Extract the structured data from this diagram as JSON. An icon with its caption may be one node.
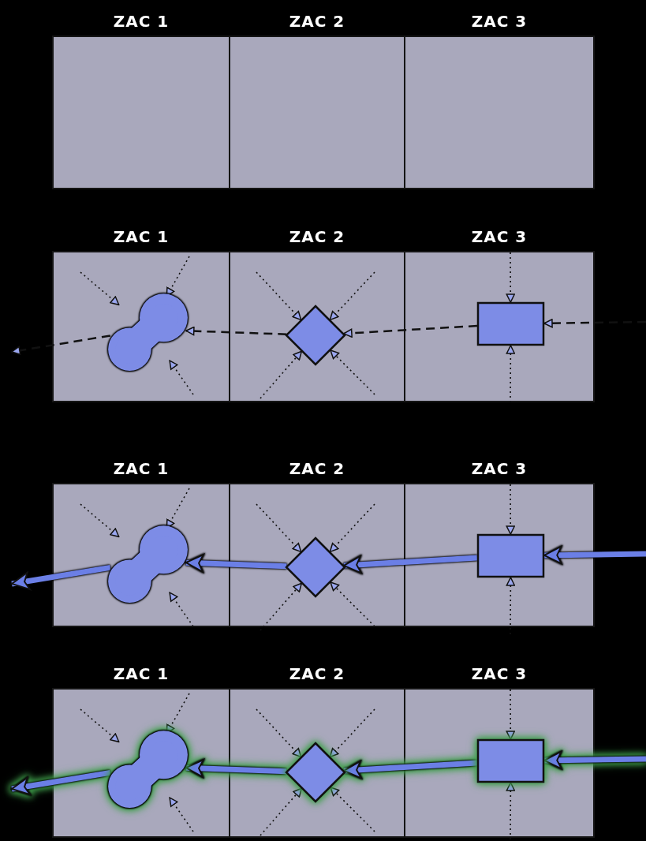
{
  "diagram": {
    "nodes": [
      {
        "text": [
          "ZAC 1"
        ]
      },
      {
        "text": [
          "ZAC 2"
        ]
      },
      {
        "text": [
          "ZAC 3"
        ]
      },
      {
        "text": [
          "ZAC 1"
        ]
      },
      {
        "text": [
          "ZAC 2"
        ]
      },
      {
        "text": [
          "ZAC 3"
        ]
      },
      {
        "text": [],
        "shape": "blob",
        "in": 3
      },
      {
        "text": [],
        "shape": "diamond",
        "in": 4
      },
      {
        "text": [],
        "shape": "box",
        "in": 5
      },
      {
        "text": [
          "ZAC 1"
        ]
      },
      {
        "text": [
          "ZAC 2"
        ]
      },
      {
        "text": [
          "ZAC 3"
        ]
      },
      {
        "text": [],
        "shape": "blob",
        "in": 9
      },
      {
        "text": [],
        "shape": "diamond",
        "in": 10
      },
      {
        "text": [],
        "shape": "box",
        "in": 11
      },
      {
        "text": [
          "ZAC 1"
        ]
      },
      {
        "text": [
          "ZAC 2"
        ]
      },
      {
        "text": [
          "ZAC 3"
        ]
      },
      {
        "text": [],
        "shape": "blob",
        "in": 15
      },
      {
        "text": [],
        "shape": "diamond",
        "in": 16
      },
      {
        "text": [],
        "shape": "box",
        "in": 17
      }
    ],
    "edges": [
      {
        "from": null,
        "to": 8,
        "arrow": "to",
        "style": "dashed"
      },
      {
        "from": 8,
        "to": 7,
        "arrow": "to",
        "style": "dashed"
      },
      {
        "from": 7,
        "to": 6,
        "arrow": "to",
        "style": "dashed"
      },
      {
        "from": 6,
        "to": null,
        "arrow": "to",
        "style": "dashed"
      },
      {
        "from": null,
        "to": 6,
        "arrow": "to",
        "style": "dashed"
      },
      {
        "from": null,
        "to": 6,
        "arrow": "to",
        "style": "dashed"
      },
      {
        "from": null,
        "to": 6,
        "arrow": "to",
        "style": "dashed"
      },
      {
        "from": null,
        "to": 7,
        "arrow": "to",
        "style": "dashed"
      },
      {
        "from": null,
        "to": 7,
        "arrow": "to",
        "style": "dashed"
      },
      {
        "from": null,
        "to": 7,
        "arrow": "to",
        "style": "dashed"
      },
      {
        "from": null,
        "to": 7,
        "arrow": "to",
        "style": "dashed"
      },
      {
        "from": null,
        "to": 8,
        "arrow": "to",
        "style": "dashed"
      },
      {
        "from": null,
        "to": 8,
        "arrow": "to",
        "style": "dashed"
      },
      {
        "from": null,
        "to": 14,
        "arrow": "to",
        "style": "thick",
        "color": "#6b7fe6"
      },
      {
        "from": 14,
        "to": 13,
        "arrow": "to",
        "style": "thick",
        "color": "#6b7fe6"
      },
      {
        "from": 13,
        "to": 12,
        "arrow": "to",
        "style": "thick",
        "color": "#6b7fe6"
      },
      {
        "from": 12,
        "to": null,
        "arrow": "to",
        "style": "thick",
        "color": "#6b7fe6"
      },
      {
        "from": null,
        "to": 12,
        "arrow": "to",
        "style": "dashed"
      },
      {
        "from": null,
        "to": 12,
        "arrow": "to",
        "style": "dashed"
      },
      {
        "from": null,
        "to": 12,
        "arrow": "to",
        "style": "dashed"
      },
      {
        "from": null,
        "to": 13,
        "arrow": "to",
        "style": "dashed"
      },
      {
        "from": null,
        "to": 13,
        "arrow": "to",
        "style": "dashed"
      },
      {
        "from": null,
        "to": 13,
        "arrow": "to",
        "style": "dashed"
      },
      {
        "from": null,
        "to": 13,
        "arrow": "to",
        "style": "dashed"
      },
      {
        "from": null,
        "to": 14,
        "arrow": "to",
        "style": "dashed"
      },
      {
        "from": null,
        "to": 14,
        "arrow": "to",
        "style": "dashed"
      },
      {
        "from": null,
        "to": 20,
        "arrow": "to",
        "style": "thick",
        "color": "#6b7fe6"
      },
      {
        "from": 20,
        "to": 19,
        "arrow": "to",
        "style": "thick",
        "color": "#6b7fe6"
      },
      {
        "from": 19,
        "to": 18,
        "arrow": "to",
        "style": "thick",
        "color": "#6b7fe6"
      },
      {
        "from": 18,
        "to": null,
        "arrow": "to",
        "style": "thick",
        "color": "#6b7fe6"
      },
      {
        "from": null,
        "to": 18,
        "arrow": "to",
        "style": "dashed"
      },
      {
        "from": null,
        "to": 18,
        "arrow": "to",
        "style": "dashed"
      },
      {
        "from": null,
        "to": 18,
        "arrow": "to",
        "style": "dashed"
      },
      {
        "from": null,
        "to": 19,
        "arrow": "to",
        "style": "dashed"
      },
      {
        "from": null,
        "to": 19,
        "arrow": "to",
        "style": "dashed"
      },
      {
        "from": null,
        "to": 19,
        "arrow": "to",
        "style": "dashed"
      },
      {
        "from": null,
        "to": 19,
        "arrow": "to",
        "style": "dashed"
      },
      {
        "from": null,
        "to": 20,
        "arrow": "to",
        "style": "dashed"
      },
      {
        "from": null,
        "to": 20,
        "arrow": "to",
        "style": "dashed"
      }
    ]
  }
}
